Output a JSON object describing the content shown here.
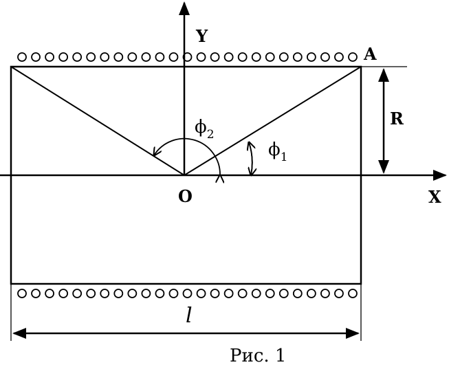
{
  "diagram": {
    "axis_y_label": "Y",
    "axis_x_label": "X",
    "origin_label": "O",
    "point_a_label": "A",
    "radius_label": "R",
    "length_label": "l",
    "angle1": {
      "symbol": "ϕ",
      "subscript": "1"
    },
    "angle2": {
      "symbol": "ϕ",
      "subscript": "2"
    },
    "coil_turns_per_row": 25,
    "caption": "Рис. 1"
  }
}
